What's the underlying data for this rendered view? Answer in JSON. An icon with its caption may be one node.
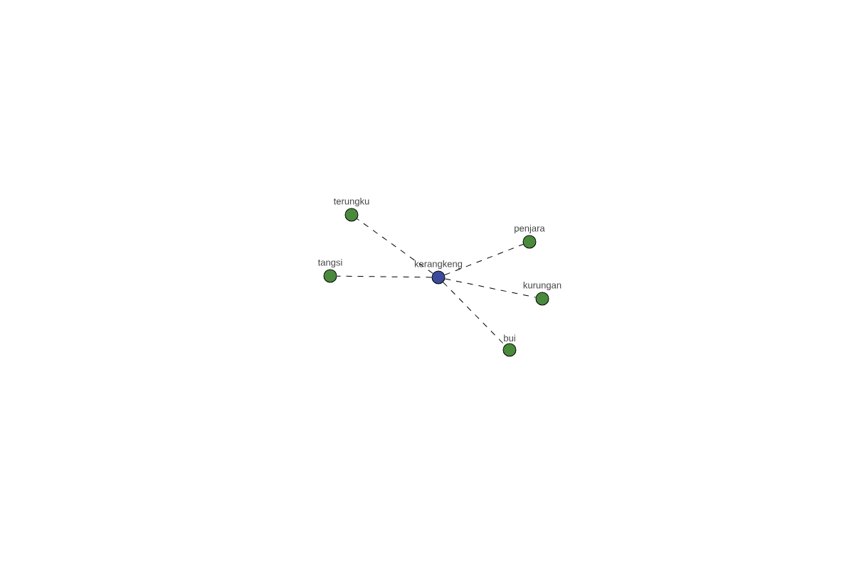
{
  "diagram": {
    "nodes": [
      {
        "text": [
          "kerangkeng"
        ]
      },
      {
        "text": [
          "terungku"
        ]
      },
      {
        "text": [
          "tangsi"
        ]
      },
      {
        "text": [
          "penjara"
        ]
      },
      {
        "text": [
          "kurungan"
        ]
      },
      {
        "text": [
          "bui"
        ]
      }
    ],
    "edges": [
      {
        "from": 0,
        "to": 1,
        "arrow": "none",
        "style": "dashed"
      },
      {
        "from": 0,
        "to": 2,
        "arrow": "none",
        "style": "dashed"
      },
      {
        "from": 0,
        "to": 3,
        "arrow": "none",
        "style": "dashed"
      },
      {
        "from": 0,
        "to": 4,
        "arrow": "none",
        "style": "dashed"
      },
      {
        "from": 0,
        "to": 5,
        "arrow": "none",
        "style": "dashed"
      }
    ]
  }
}
